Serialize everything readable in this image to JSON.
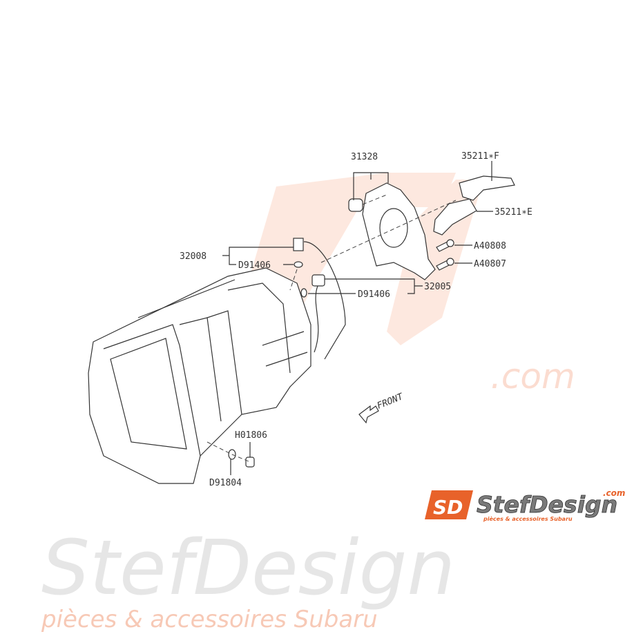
{
  "watermark": {
    "brand": "StefDesign",
    "domain": ".com",
    "tagline": "pièces & accessoires Subaru"
  },
  "logo": {
    "mark": "SD",
    "brand": "StefDesign",
    "domain": ".com",
    "tagline": "pièces & accessoires Subaru"
  },
  "labels": {
    "p31328": "31328",
    "p35211F": "35211∗F",
    "p35211E": "35211∗E",
    "pA40808": "A40808",
    "pA40807": "A40807",
    "p32008": "32008",
    "pD91406a": "D91406",
    "pD91406b": "D91406",
    "p32005": "32005",
    "pH01806": "H01806",
    "pD91804": "D91804",
    "front": "FRONT"
  },
  "colors": {
    "watermark_orange": "#fbd9cc",
    "watermark_grey": "#ececec",
    "logo_orange": "#e8622a",
    "logo_grey": "#7a7a7a"
  }
}
